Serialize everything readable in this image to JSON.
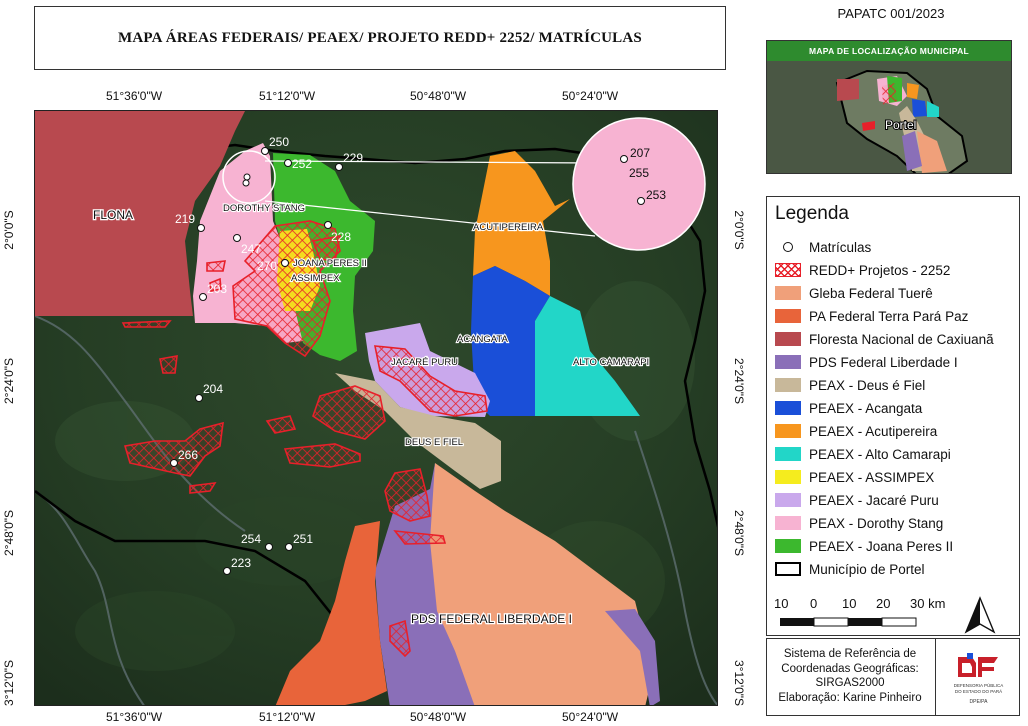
{
  "title": "MAPA ÁREAS FEDERAIS/ PEAEX/ PROJETO REDD+ 2252/ MATRÍCULAS",
  "document_code": "PAPATC 001/2023",
  "inset": {
    "title": "MAPA DE LOCALIZAÇÃO MUNICIPAL",
    "label": "Portel"
  },
  "coords": {
    "top": [
      "51°36'0\"W",
      "51°12'0\"W",
      "50°48'0\"W",
      "50°24'0\"W"
    ],
    "bottom": [
      "51°36'0\"W",
      "51°12'0\"W",
      "50°48'0\"W",
      "50°24'0\"W"
    ],
    "left": [
      "2°0'0\"S",
      "2°24'0\"S",
      "2°48'0\"S",
      "3°12'0\"S"
    ],
    "right": [
      "2°0'0\"S",
      "2°24'0\"S",
      "2°48'0\"S",
      "3°12'0\"S"
    ]
  },
  "area_labels": {
    "flona": "FLONA",
    "dorothy": "DOROTHY STANG",
    "joana": "JOANA PERES II",
    "assimpex": "ASSIMPEX",
    "acutipereira": "ACUTIPEREIRA",
    "acangata": "ACANGATA",
    "alto": "ALTO CAMARAPI",
    "jacare": "JACARÉ PURU",
    "deus": "DEUS E FIEL",
    "pds": "PDS FEDERAL LIBERDADE I"
  },
  "matriculas": [
    "250",
    "252",
    "229",
    "219",
    "228",
    "247",
    "270",
    "203",
    "204",
    "266",
    "254",
    "251",
    "223",
    "207",
    "255",
    "253"
  ],
  "legend": {
    "title": "Legenda",
    "items": [
      {
        "label": "Matrículas",
        "kind": "dot",
        "color": "#ffffff"
      },
      {
        "label": "REDD+ Projetos - 2252",
        "kind": "hatch",
        "color": "#e8202a"
      },
      {
        "label": "Gleba Federal Tuerê",
        "kind": "fill",
        "color": "#f0a07a"
      },
      {
        "label": "PA Federal Terra Pará Paz",
        "kind": "fill",
        "color": "#e8643a"
      },
      {
        "label": "Floresta Nacional de Caxiuanã",
        "kind": "fill",
        "color": "#b8494f"
      },
      {
        "label": "PDS Federal Liberdade I",
        "kind": "fill",
        "color": "#8a6fb8"
      },
      {
        "label": "PEAX - Deus é Fiel",
        "kind": "fill",
        "color": "#c8b89a"
      },
      {
        "label": "PEAEX - Acangata",
        "kind": "fill",
        "color": "#1a4fd8"
      },
      {
        "label": "PEAEX - Acutipereira",
        "kind": "fill",
        "color": "#f7961e"
      },
      {
        "label": "PEAEX - Alto Camarapi",
        "kind": "fill",
        "color": "#22d6c8"
      },
      {
        "label": "PEAEX - ASSIMPEX",
        "kind": "fill",
        "color": "#f5ec1e"
      },
      {
        "label": "PEAEX - Jacaré Puru",
        "kind": "fill",
        "color": "#c9a8ec"
      },
      {
        "label": "PEAX - Dorothy Stang",
        "kind": "fill",
        "color": "#f7b3d2"
      },
      {
        "label": "PEAEX - Joana Peres II",
        "kind": "fill",
        "color": "#3cb82e"
      },
      {
        "label": "Município de Portel",
        "kind": "outline",
        "color": "#000000"
      }
    ]
  },
  "scale": {
    "labels": [
      "10",
      "0",
      "10",
      "20",
      "30 km"
    ]
  },
  "credits": {
    "lines": [
      "Sistema de Referência de",
      "Coordenadas Geográficas:",
      "SIRGAS2000",
      "Elaboração: Karine Pinheiro"
    ],
    "org_line1": "DEFENSORIA PÚBLICA",
    "org_line2": "DO ESTADO DO PARÁ",
    "org_code": "DPE/PA"
  }
}
